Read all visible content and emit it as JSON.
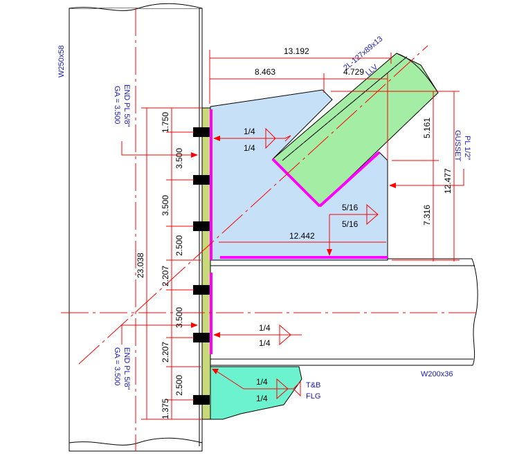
{
  "members": {
    "column": "W250x58",
    "beam": "W200x36",
    "brace": "2L-127x89x13",
    "brace_suffix": "LLV"
  },
  "plates": {
    "end_plate_top": "END PL 5/8\"",
    "end_plate_top_ga": "GA = 3.500",
    "end_plate_bottom": "END PL 5/8\"",
    "end_plate_bottom_ga": "GA = 3.500",
    "gusset": "GUSSET",
    "gusset_thk": "PL 1/2\""
  },
  "dimensions": {
    "top_13192": "13.192",
    "top_8463": "8.463",
    "top_4729": "4.729",
    "gusset_width": "12.442",
    "right_5161": "5.161",
    "right_7316": "7.316",
    "right_12477": "12.477",
    "overall_23038": "23.038",
    "bolt_1750": "1.750",
    "bolt_3500_a": "3.500",
    "bolt_3500_b": "3.500",
    "bolt_2500_a": "2.500",
    "bolt_2207_a": "2.207",
    "bolt_3500_c": "3.500",
    "bolt_2207_b": "2.207",
    "bolt_2500_b": "2.500",
    "bolt_1375": "1.375"
  },
  "welds": {
    "w1_top": "1/4",
    "w1_bot": "1/4",
    "w2_top": "5/16",
    "w2_bot": "5/16",
    "w3_top": "1/4",
    "w3_bot": "1/4",
    "w4_top": "1/4",
    "w4_bot": "1/4",
    "w4_note1": "T&B",
    "w4_note2": "FLG"
  },
  "colors": {
    "end_plate": "#c8d87a",
    "gusset": "#c5e0f7",
    "brace": "#a4eda4",
    "stiffener": "#6cf2cf",
    "weld": "#ff00ff",
    "bolt": "#000000",
    "centerline": "#ff0000"
  }
}
